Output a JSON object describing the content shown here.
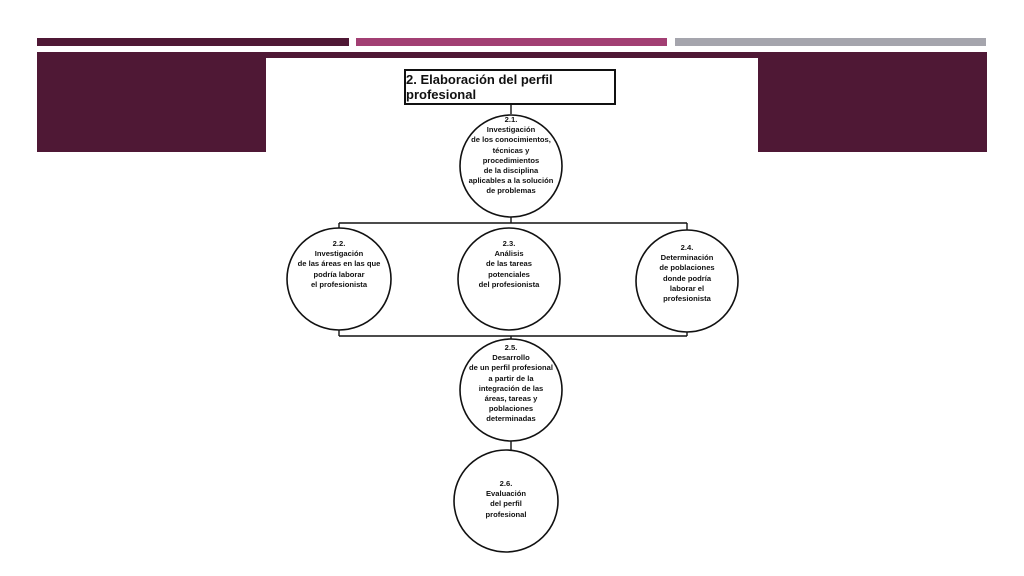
{
  "slide": {
    "colors": {
      "bar1": "#4f1835",
      "bar2": "#a23f73",
      "bar3": "#a5a5ad",
      "banner": "#4f1835"
    }
  },
  "diagram": {
    "title": "2. Elaboración del perfil profesional",
    "nodes": [
      {
        "id": "2.1",
        "text": "2.1.\nInvestigación\nde los conocimientos,\ntécnicas y\nprocedimientos\nde la disciplina\naplicables a la solución\nde problemas"
      },
      {
        "id": "2.2",
        "text": "2.2.\nInvestigación\nde las áreas en las que\npodría laborar\nel profesionista"
      },
      {
        "id": "2.3",
        "text": "2.3.\nAnálisis\nde las tareas\npotenciales\ndel profesionista"
      },
      {
        "id": "2.4",
        "text": "2.4.\nDeterminación\nde poblaciones\ndonde podría\nlaborar el\nprofesionista"
      },
      {
        "id": "2.5",
        "text": "2.5.\nDesarrollo\nde un perfil profesional\na partir de la\nintegración de las\náreas, tareas y\npoblaciones\ndeterminadas"
      },
      {
        "id": "2.6",
        "text": "2.6.\nEvaluación\ndel perfil\nprofesional"
      }
    ]
  }
}
